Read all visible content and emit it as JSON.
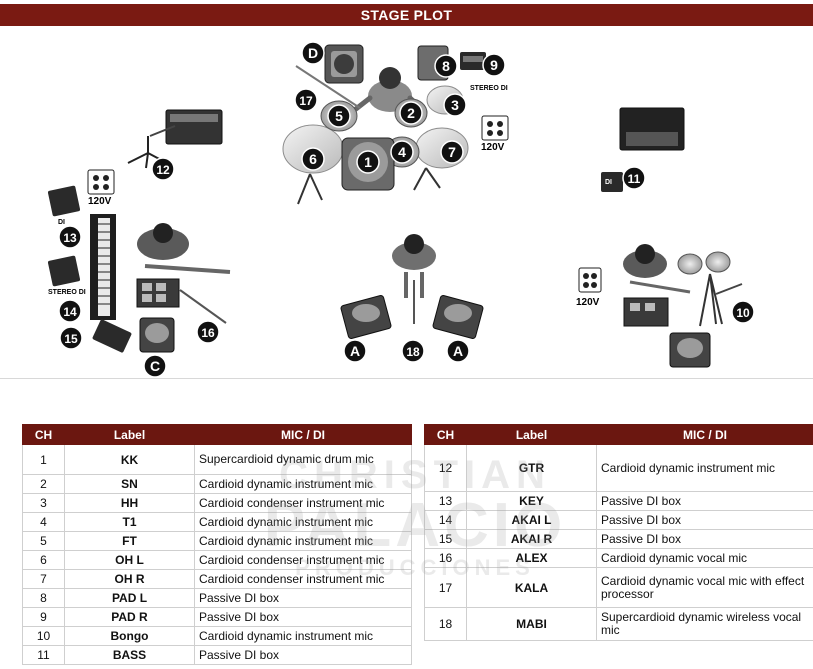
{
  "header": {
    "title": "STAGE PLOT"
  },
  "plot": {
    "markers": [
      "D",
      "17",
      "5",
      "1",
      "6",
      "2",
      "3",
      "4",
      "7",
      "8",
      "9",
      "12",
      "11",
      "13",
      "14",
      "15",
      "16",
      "C",
      "A",
      "18",
      "A",
      "10"
    ],
    "outlet_label": "120V",
    "di_label": "DI",
    "stereo_di_label": "STEREO DI",
    "rack_di_label": "DI"
  },
  "table_left": {
    "headers": [
      "CH",
      "Label",
      "MIC / DI"
    ],
    "rows": [
      {
        "ch": "1",
        "label": "KK",
        "mic": "Supercardioid dynamic drum mic"
      },
      {
        "ch": "2",
        "label": "SN",
        "mic": "Cardioid dynamic instrument mic"
      },
      {
        "ch": "3",
        "label": "HH",
        "mic": "Cardioid condenser instrument mic"
      },
      {
        "ch": "4",
        "label": "T1",
        "mic": "Cardioid dynamic instrument mic"
      },
      {
        "ch": "5",
        "label": "FT",
        "mic": "Cardioid dynamic instrument mic"
      },
      {
        "ch": "6",
        "label": "OH L",
        "mic": "Cardioid condenser instrument mic"
      },
      {
        "ch": "7",
        "label": "OH R",
        "mic": "Cardioid condenser instrument mic"
      },
      {
        "ch": "8",
        "label": "PAD L",
        "mic": "Passive DI box"
      },
      {
        "ch": "9",
        "label": "PAD R",
        "mic": "Passive DI box"
      },
      {
        "ch": "10",
        "label": "Bongo",
        "mic": "Cardioid dynamic instrument mic"
      },
      {
        "ch": "11",
        "label": "BASS",
        "mic": "Passive DI box"
      }
    ]
  },
  "table_right": {
    "headers": [
      "CH",
      "Label",
      "MIC / DI"
    ],
    "rows": [
      {
        "ch": "12",
        "label": "GTR",
        "mic": "Cardioid dynamic instrument mic"
      },
      {
        "ch": "13",
        "label": "KEY",
        "mic": "Passive DI box"
      },
      {
        "ch": "14",
        "label": "AKAI L",
        "mic": "Passive DI box"
      },
      {
        "ch": "15",
        "label": "AKAI R",
        "mic": "Passive DI box"
      },
      {
        "ch": "16",
        "label": "ALEX",
        "mic": "Cardioid dynamic vocal mic"
      },
      {
        "ch": "17",
        "label": "KALA",
        "mic": "Cardioid dynamic vocal mic with effect processor"
      },
      {
        "ch": "18",
        "label": "MABI",
        "mic": "Supercardioid dynamic wireless vocal mic"
      }
    ]
  },
  "watermark": {
    "line1": "CHRISTIAN",
    "line2": "PALACIO",
    "line3": "PRODUCCIONES"
  },
  "colors": {
    "accent": "#7a1a12",
    "header_bg": "#6b1710",
    "marker": "#111111"
  }
}
